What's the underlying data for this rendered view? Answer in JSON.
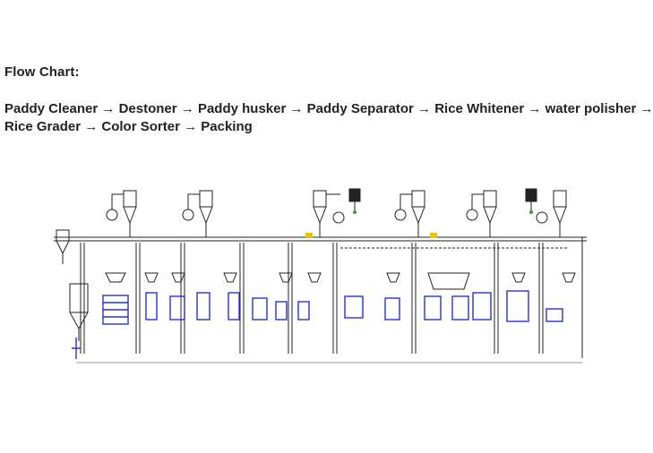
{
  "heading": "Flow Chart:",
  "flow_line1": [
    "Paddy Cleaner",
    "Destoner",
    "Paddy husker",
    "Paddy Separator",
    "Rice Whitener",
    "water polisher"
  ],
  "flow_line2": [
    "Rice Grader",
    "Color Sorter",
    "Packing"
  ],
  "arrow": "→",
  "colors": {
    "machine_blue": "#2233cc",
    "line": "#222222",
    "accent_yellow": "#e8c400",
    "accent_green": "#2e9e3e"
  }
}
